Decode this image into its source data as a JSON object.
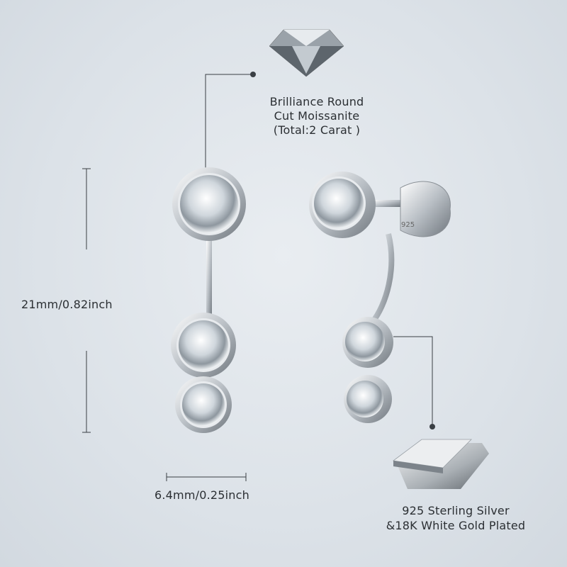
{
  "stone_label": {
    "line1": "Brilliance Round",
    "line2": "Cut Moissanite",
    "line3": "(Total:2 Carat )"
  },
  "metal_label": {
    "line1": "925 Sterling Silver",
    "line2": "&18K White Gold Plated"
  },
  "dimensions": {
    "height": "21mm/0.82inch",
    "width": "6.4mm/0.25inch"
  },
  "stamp": "925",
  "colors": {
    "background": "#dde3e9",
    "line": "#3a3f44",
    "silver": "#c9ced3"
  }
}
